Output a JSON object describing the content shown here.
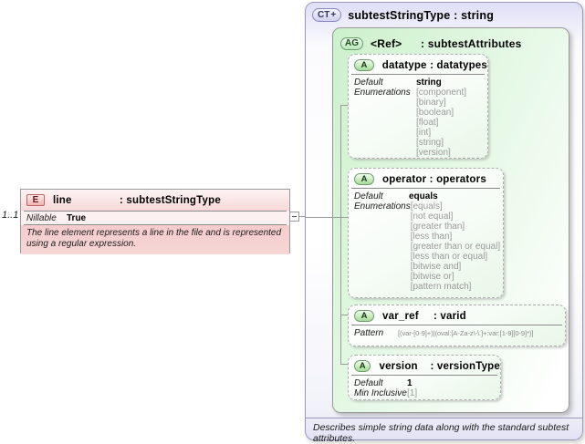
{
  "element": {
    "badge": "E",
    "name": "line",
    "type": ": subtestStringType",
    "cardinality": "1..1",
    "facet": {
      "label": "Nillable",
      "value": "True"
    },
    "annotation": "The line element represents a line in the file and is represented using a regular expression."
  },
  "complex_type": {
    "badge": "CT",
    "badge_plus": "+",
    "title": "subtestStringType : string",
    "annotation": "Describes simple string data along with the standard subtest attributes.",
    "attribute_group": {
      "badge": "AG",
      "name": "<Ref>",
      "type": ": subtestAttributes",
      "attributes": [
        {
          "badge": "A",
          "name": "datatype",
          "type": ": datatypes",
          "facets": [
            {
              "label": "Default",
              "values": [
                "string"
              ]
            },
            {
              "label": "Enumerations",
              "values": [
                "[component]",
                "[binary]",
                "[boolean]",
                "[float]",
                "[int]",
                "[string]",
                "[version]"
              ]
            }
          ]
        },
        {
          "badge": "A",
          "name": "operator",
          "type": ": operators",
          "facets": [
            {
              "label": "Default",
              "values": [
                "equals"
              ]
            },
            {
              "label": "Enumerations",
              "values": [
                "[equals]",
                "[not equal]",
                "[greater than]",
                "[less than]",
                "[greater than or equal]",
                "[less than or equal]",
                "[bitwise and]",
                "[bitwise or]",
                "[pattern match]"
              ]
            }
          ]
        },
        {
          "badge": "A",
          "name": "var_ref",
          "type": ": varid",
          "facets": [
            {
              "label": "Pattern",
              "values": [
                "[(var-[0-9]+)|(oval:[A-Za-z\\-\\.]+:var:[1-9][0-9]*)]"
              ]
            }
          ]
        },
        {
          "badge": "A",
          "name": "version",
          "type": ": versionType",
          "facets": [
            {
              "label": "Default",
              "values": [
                "1"
              ]
            },
            {
              "label": "Min Inclusive",
              "values": [
                "[1]"
              ]
            }
          ]
        }
      ]
    }
  },
  "colors": {
    "element_pink": "#f5cccc",
    "complex_type_lavender": "#dedef6",
    "attribute_green": "#ccf0cc",
    "connector_gray": "#9a9a9a",
    "muted_value_gray": "#999999"
  }
}
